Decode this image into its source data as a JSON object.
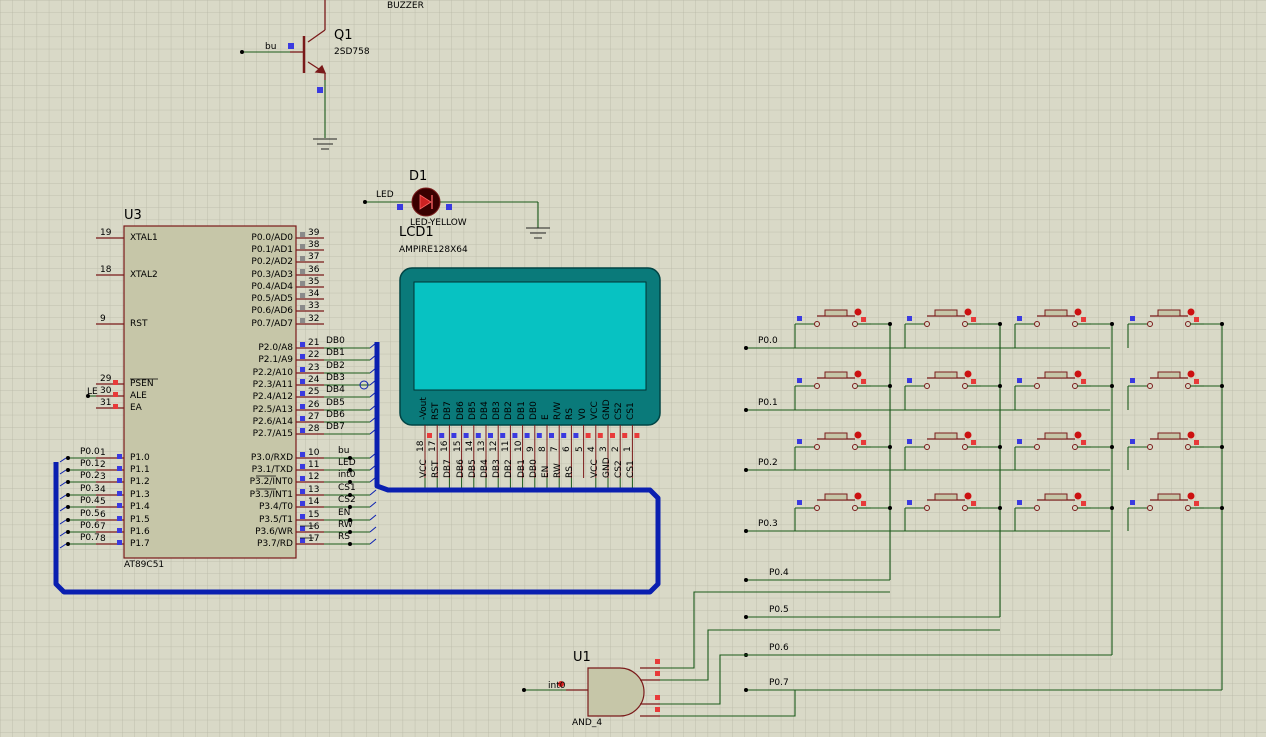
{
  "buzzer": {
    "label": "BUZZER"
  },
  "q1": {
    "ref": "Q1",
    "part": "2SD758",
    "net": "bu"
  },
  "d1": {
    "ref": "D1",
    "part": "LED-YELLOW",
    "net": "LED"
  },
  "lcd": {
    "ref": "LCD1",
    "part": "AMPIRE128X64",
    "pin_labels": [
      "-Vout",
      "RST",
      "DB7",
      "DB6",
      "DB5",
      "DB4",
      "DB3",
      "DB2",
      "DB1",
      "DB0",
      "E",
      "R/W",
      "RS",
      "V0",
      "VCC",
      "GND",
      "CS2",
      "CS1"
    ],
    "pin_numbers": [
      "18",
      "17",
      "16",
      "15",
      "14",
      "13",
      "12",
      "11",
      "10",
      "9",
      "8",
      "7",
      "6",
      "5",
      "4",
      "3",
      "2",
      "1"
    ],
    "net_labels": [
      "VCC",
      "RST",
      "DB7",
      "DB6",
      "DB5",
      "DB4",
      "DB3",
      "DB2",
      "DB1",
      "DB0",
      "EN",
      "RW",
      "RS",
      "",
      "VCC",
      "GND",
      "CS2",
      "CS1"
    ]
  },
  "u3": {
    "ref": "U3",
    "part": "AT89C51",
    "left_pins": [
      {
        "num": "19",
        "name": "XTAL1"
      },
      {
        "num": "18",
        "name": "XTAL2"
      },
      {
        "num": "9",
        "name": "RST"
      },
      {
        "num": "29",
        "name": "PSEN"
      },
      {
        "num": "30",
        "name": "ALE"
      },
      {
        "num": "31",
        "name": "EA"
      },
      {
        "num": "1",
        "name": "P1.0"
      },
      {
        "num": "2",
        "name": "P1.1"
      },
      {
        "num": "3",
        "name": "P1.2"
      },
      {
        "num": "4",
        "name": "P1.3"
      },
      {
        "num": "5",
        "name": "P1.4"
      },
      {
        "num": "6",
        "name": "P1.5"
      },
      {
        "num": "7",
        "name": "P1.6"
      },
      {
        "num": "8",
        "name": "P1.7"
      }
    ],
    "right_pins": [
      {
        "num": "39",
        "name": "P0.0/AD0"
      },
      {
        "num": "38",
        "name": "P0.1/AD1"
      },
      {
        "num": "37",
        "name": "P0.2/AD2"
      },
      {
        "num": "36",
        "name": "P0.3/AD3"
      },
      {
        "num": "35",
        "name": "P0.4/AD4"
      },
      {
        "num": "34",
        "name": "P0.5/AD5"
      },
      {
        "num": "33",
        "name": "P0.6/AD6"
      },
      {
        "num": "32",
        "name": "P0.7/AD7"
      },
      {
        "num": "21",
        "name": "P2.0/A8"
      },
      {
        "num": "22",
        "name": "P2.1/A9"
      },
      {
        "num": "23",
        "name": "P2.2/A10"
      },
      {
        "num": "24",
        "name": "P2.3/A11"
      },
      {
        "num": "25",
        "name": "P2.4/A12"
      },
      {
        "num": "26",
        "name": "P2.5/A13"
      },
      {
        "num": "27",
        "name": "P2.6/A14"
      },
      {
        "num": "28",
        "name": "P2.7/A15"
      },
      {
        "num": "10",
        "name": "P3.0/RXD"
      },
      {
        "num": "11",
        "name": "P3.1/TXD"
      },
      {
        "num": "12",
        "name": "P3.2/INT0"
      },
      {
        "num": "13",
        "name": "P3.3/INT1"
      },
      {
        "num": "14",
        "name": "P3.4/T0"
      },
      {
        "num": "15",
        "name": "P3.5/T1"
      },
      {
        "num": "16",
        "name": "P3.6/WR"
      },
      {
        "num": "17",
        "name": "P3.7/RD"
      }
    ],
    "p2_nets": [
      "DB0",
      "DB1",
      "DB2",
      "DB3",
      "DB4",
      "DB5",
      "DB6",
      "DB7"
    ],
    "p3_nets": [
      "bu",
      "LED",
      "int0",
      "CS1",
      "CS2",
      "EN",
      "RW",
      "RS"
    ],
    "p1_nets": [
      "P0.0",
      "P0.1",
      "P0.2",
      "P0.3",
      "P0.4",
      "P0.5",
      "P0.6",
      "P0.7"
    ],
    "ale_net": "LE"
  },
  "keypad": {
    "row_labels": [
      "P0.0",
      "P0.1",
      "P0.2",
      "P0.3"
    ],
    "col_labels": [
      "P0.4",
      "P0.5",
      "P0.6",
      "P0.7"
    ]
  },
  "u1": {
    "ref": "U1",
    "part": "AND_4",
    "net": "int0"
  }
}
